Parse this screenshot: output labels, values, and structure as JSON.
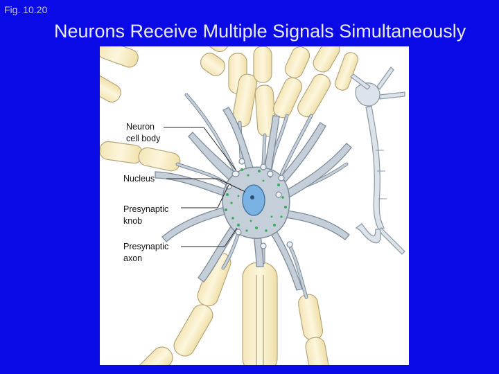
{
  "slide": {
    "fig_label": "Fig. 10.20",
    "title": "Neurons Receive Multiple Signals Simultaneously"
  },
  "diagram": {
    "labels": {
      "neuron_cell_body": "Neuron\ncell body",
      "nucleus": "Nucleus",
      "presynaptic_knob": "Presynaptic\nknob",
      "presynaptic_axon": "Presynaptic\naxon"
    },
    "colors": {
      "background": "#0a0ae6",
      "neuron": "#c5cfda",
      "neuron_outline": "#7d8b98",
      "myelin": "#faefc8",
      "myelin_outline": "#b5a57a",
      "nucleus": "#7ab3e3",
      "vesicles": "#3aa860"
    }
  }
}
